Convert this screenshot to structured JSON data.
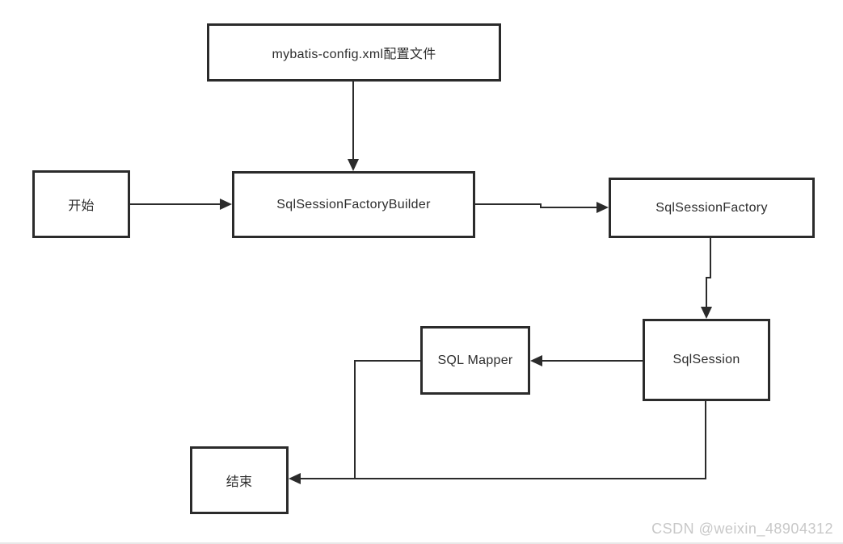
{
  "diagram": {
    "type": "flowchart",
    "nodes": {
      "config": {
        "label": "mybatis-config.xml配置文件"
      },
      "start": {
        "label": "开始"
      },
      "builder": {
        "label": "SqlSessionFactoryBuilder"
      },
      "factory": {
        "label": "SqlSessionFactory"
      },
      "session": {
        "label": "SqlSession"
      },
      "mapper": {
        "label": "SQL Mapper"
      },
      "end": {
        "label": "结束"
      }
    },
    "edges": [
      {
        "from": "config",
        "to": "builder",
        "direction": "down"
      },
      {
        "from": "start",
        "to": "builder",
        "direction": "right"
      },
      {
        "from": "builder",
        "to": "factory",
        "direction": "right"
      },
      {
        "from": "factory",
        "to": "session",
        "direction": "down"
      },
      {
        "from": "session",
        "to": "mapper",
        "direction": "left"
      },
      {
        "from": "mapper",
        "to": "end",
        "direction": "down-left"
      },
      {
        "from": "session",
        "to": "end",
        "direction": "down-left"
      }
    ],
    "colors": {
      "line": "#2b2b2b",
      "text": "#2d2d2d",
      "node_background": "#ffffff",
      "page_background": "#ffffff",
      "watermark": "#c8c8c8"
    }
  },
  "watermark": {
    "text": "CSDN @weixin_48904312"
  }
}
